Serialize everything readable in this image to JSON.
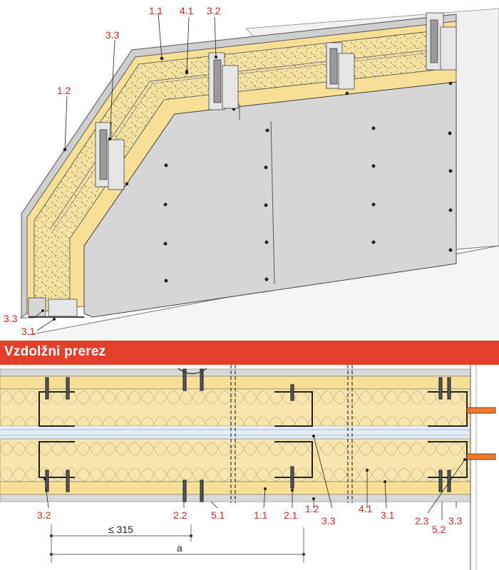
{
  "colors": {
    "callout_red": "#d42a22",
    "banner_red": "#e2402a",
    "board_yellow": "#f7e09b",
    "insulation_cream": "#f3e3a6",
    "gypsum_grey": "#d4d4d4"
  },
  "isometric": {
    "callouts": {
      "c_1_1": "1.1",
      "c_4_1": "4.1",
      "c_3_2": "3.2",
      "c_3_3": "3.3",
      "c_1_2": "1.2",
      "c_3_3_bottom": "3.3",
      "c_3_1": "3.1"
    }
  },
  "section": {
    "title": "Vzdolžni prerez"
  },
  "cross_section": {
    "callouts": {
      "c_3_2": "3.2",
      "c_2_2": "2.2",
      "c_5_1": "5.1",
      "c_1_1": "1.1",
      "c_2_1": "2.1",
      "c_1_2": "1.2",
      "c_3_3": "3.3",
      "c_4_1": "4.1",
      "c_3_1": "3.1",
      "c_2_3": "2.3",
      "c_5_2": "5.2",
      "c_3_3_right": "3.3"
    },
    "dimension_1": "≤  315",
    "dimension_2": "a"
  }
}
